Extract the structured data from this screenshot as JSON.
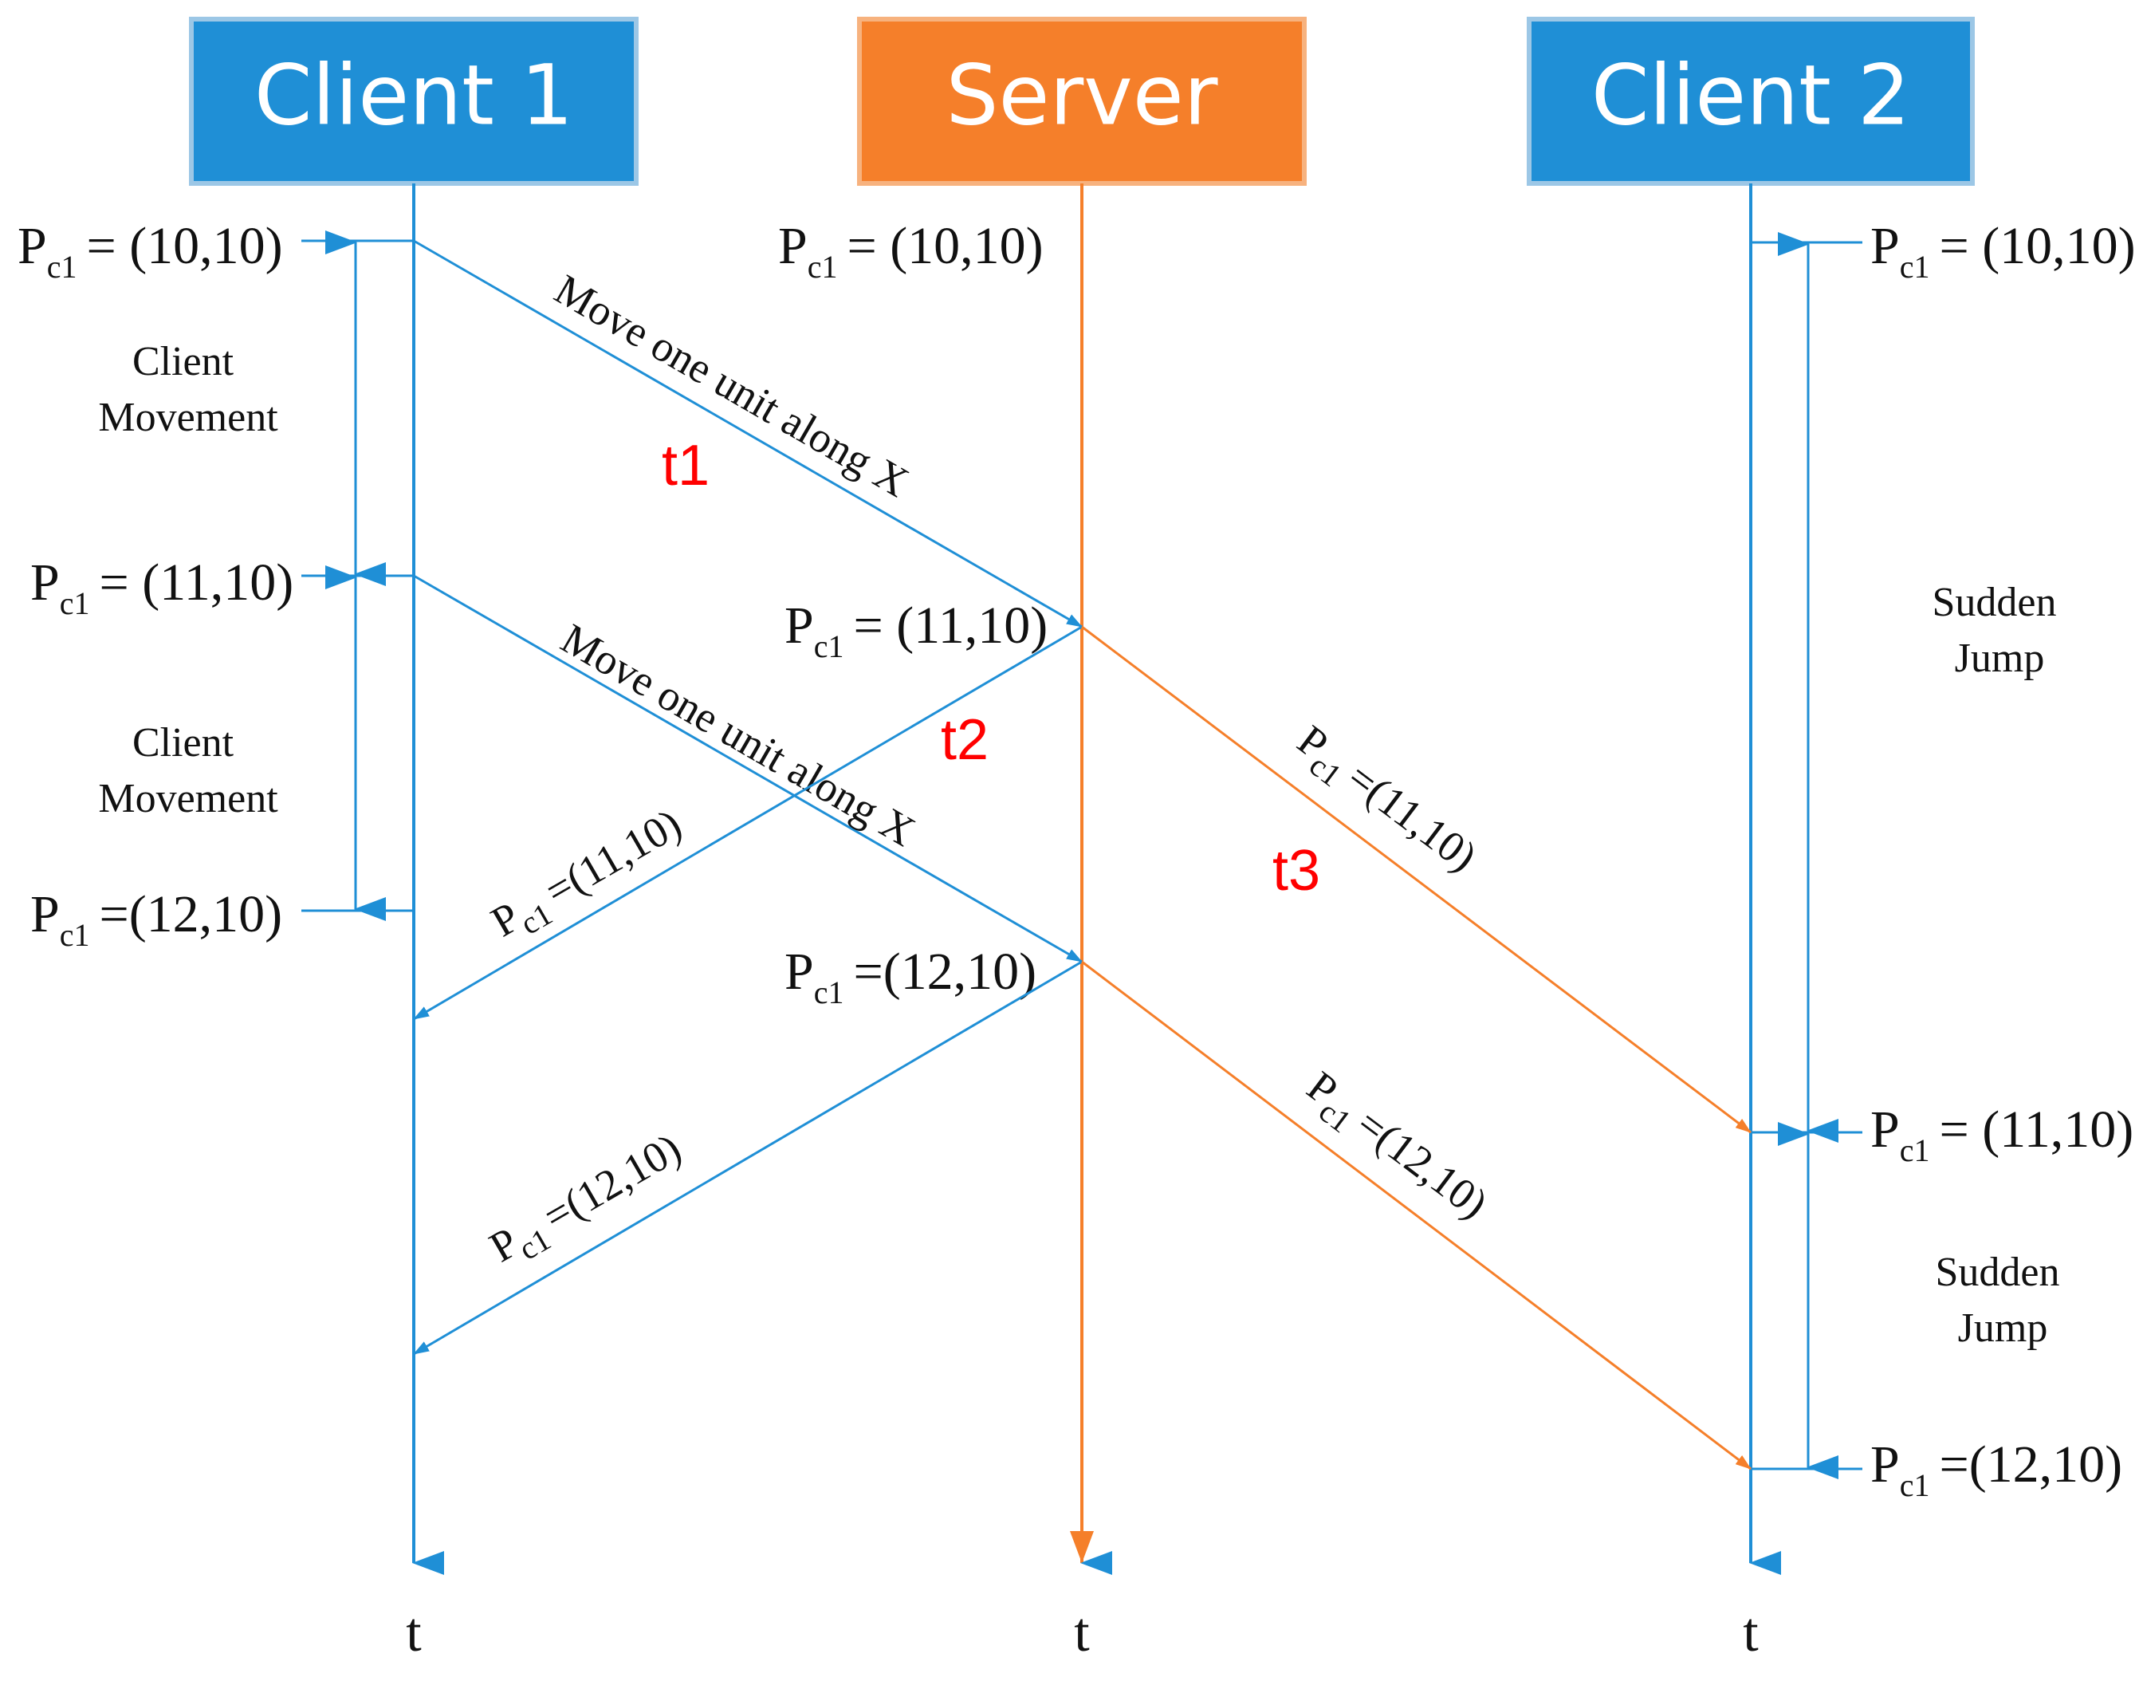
{
  "headers": {
    "client1": "Client 1",
    "server": "Server",
    "client2": "Client 2"
  },
  "colors": {
    "client": "#1f8fd6",
    "server": "#f57f2a",
    "header_border": "#9cc7e6"
  },
  "positions": {
    "p_symbol": "P",
    "p_subscript": "c1",
    "c1_1": "= (10,10)",
    "c1_2": "= (11,10)",
    "c1_3": "=(12,10)",
    "s_1": "= (10,10)",
    "s_2": "= (11,10)",
    "s_3": "=(12,10)",
    "c2_1": "= (10,10)",
    "c2_2": "= (11,10)",
    "c2_3": "=(12,10)"
  },
  "notes": {
    "client_movement_1": [
      "Client",
      "Movement"
    ],
    "client_movement_2": [
      "Client",
      "Movement"
    ],
    "sudden_jump_1": [
      "Sudden",
      "Jump"
    ],
    "sudden_jump_2": [
      "Sudden",
      "Jump"
    ]
  },
  "messages": {
    "move_1": "Move one unit along X",
    "move_2": "Move one unit along X",
    "reply_1": "=(11,10)",
    "reply_2": "=(12,10)",
    "fwd_1": "=(11,10)",
    "fwd_2": "=(12,10)"
  },
  "times": {
    "t1": "t1",
    "t2": "t2",
    "t3": "t3"
  },
  "axis": {
    "client1": "t",
    "server": "t",
    "client2": "t"
  }
}
